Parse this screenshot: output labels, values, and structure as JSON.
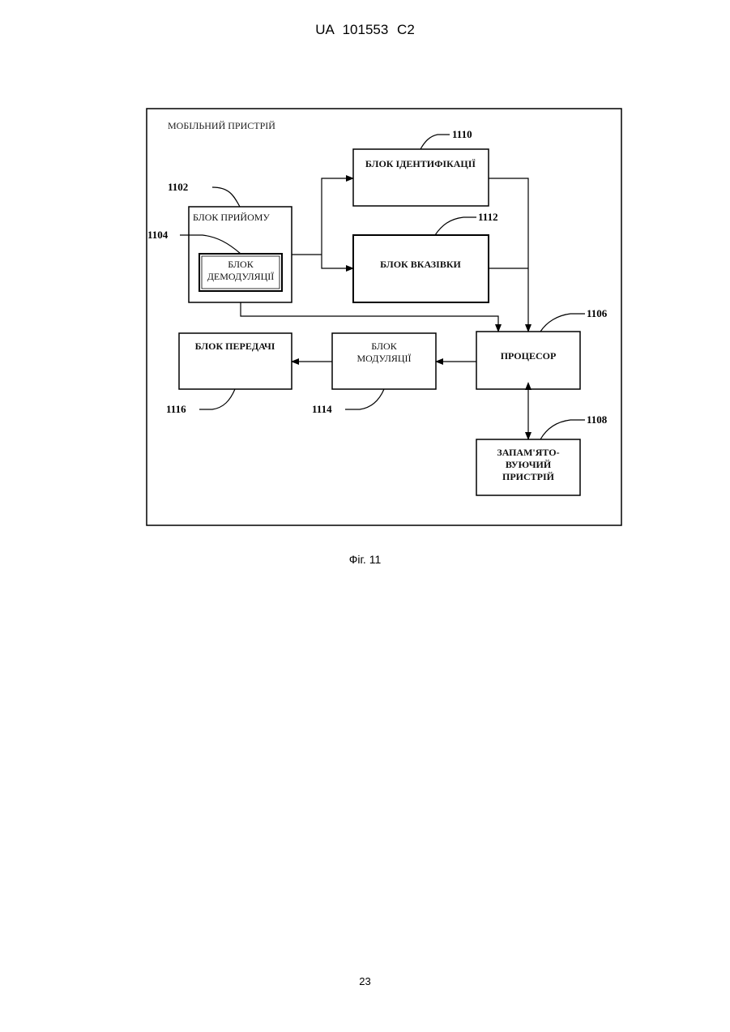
{
  "header": {
    "text": "UA   101553   C2"
  },
  "diagram": {
    "title": "МОБІЛЬНИЙ ПРИСТРІЙ",
    "blocks": {
      "receive": {
        "label": "БЛОК ПРИЙОМУ",
        "ref": "1102"
      },
      "demod": {
        "line1": "БЛОК",
        "line2": "ДЕМОДУЛЯЦІЇ",
        "ref": "1104"
      },
      "ident": {
        "label": "БЛОК ІДЕНТИФІКАЦІЇ",
        "ref": "1110"
      },
      "indic": {
        "label": "БЛОК ВКАЗІВКИ",
        "ref": "1112"
      },
      "proc": {
        "label": "ПРОЦЕСОР",
        "ref": "1106"
      },
      "mod": {
        "line1": "БЛОК",
        "line2": "МОДУЛЯЦІЇ",
        "ref": "1114"
      },
      "trans": {
        "label": "БЛОК ПЕРЕДАЧІ",
        "ref": "1116"
      },
      "mem": {
        "line1": "ЗАПАМ'ЯТО-",
        "line2": "ВУЮЧИЙ",
        "line3": "ПРИСТРІЙ",
        "ref": "1108"
      }
    }
  },
  "caption": {
    "text": "Фіг. 11"
  },
  "page_number": "23"
}
